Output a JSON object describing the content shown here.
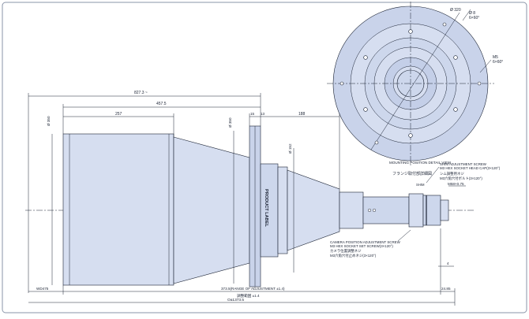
{
  "dims": {
    "overall_top": "827.3 ~",
    "d457_5": "457.5",
    "d257": "257",
    "d15": "15",
    "d13": "13",
    "d188": "188",
    "left_dia": "Ø 350",
    "mid_dia": "Ø 350",
    "small_dia": "Ø 152",
    "right_dia": "Ø 150",
    "wd": "WD475",
    "range": "373.5(RANGE OF ADJUSTMENT ±1.4)",
    "range_jp": "調整範囲 ±1.4",
    "r24": "24.85",
    "total": "Oa1373.5",
    "m58": "M58×0.75",
    "d4": "4",
    "d45": "45",
    "s": "SHIM"
  },
  "detail": {
    "d320": "Ø 320",
    "d8": "Ø 8",
    "n6x60": "6×60°",
    "m5": "M5",
    "n6x60b": "6×60°",
    "label_en": "MOUNTING POSITION DETAIL VIEW",
    "label_jp": "フランジ取付部詳細図"
  },
  "notes": {
    "shim_en1": "SHIM ADJUSTMENT SCREW",
    "shim_en2": "M3 HEX SOCKET HEAD CAP(3×120°)",
    "shim_jp1": "シム調整用ネジ",
    "shim_jp2": "M3六角穴付ボルト(3×120°)",
    "cam_en1": "CAMERA POSITION ADJUSTMENT SCREW",
    "cam_en2": "M3 HEX SOCKET SET SCREW(3×120°)",
    "cam_jp1": "カメラ位置調整ネジ",
    "cam_jp2": "M3六角穴付止めネジ(3×120°)"
  },
  "product_label": "PRODUCT LABEL"
}
